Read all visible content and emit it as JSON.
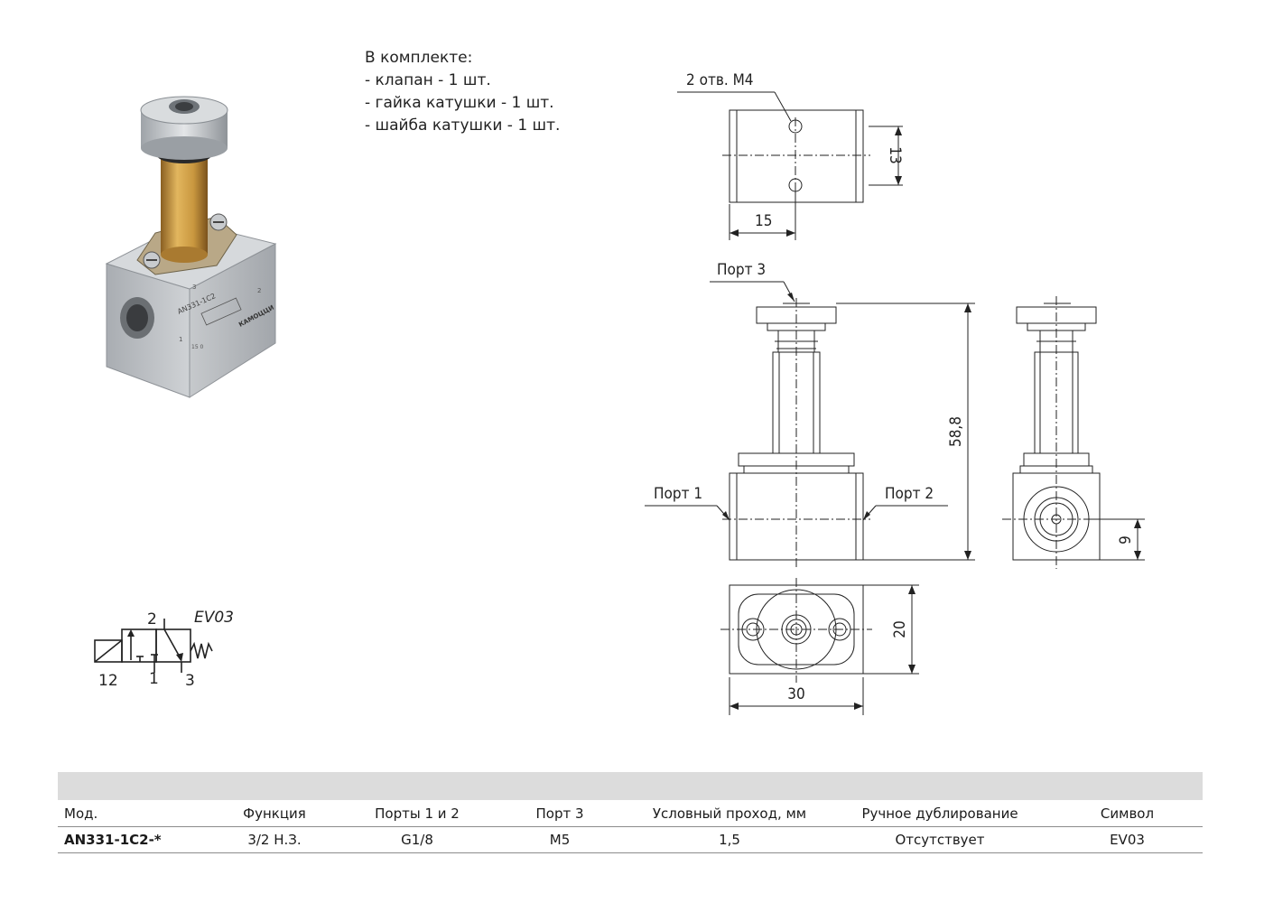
{
  "kit": {
    "heading": "В комплекте:",
    "items": [
      "- клапан - 1 шт.",
      "- гайка катушки - 1 шт.",
      "- шайба катушки - 1 шт."
    ]
  },
  "photo": {
    "model_marking": "AN331-1C2",
    "brand_marking": "КАМОЦЦИ",
    "port_1": "1",
    "port_2": "2",
    "port_3": "3",
    "small_marking": "15 0"
  },
  "drawing": {
    "holes_label": "2 отв. М4",
    "port1_label": "Порт 1",
    "port2_label": "Порт 2",
    "port3_label": "Порт 3",
    "dim_hole_spacing": "13",
    "dim_hole_offset": "15",
    "dim_height": "58,8",
    "dim_port_height": "9",
    "dim_width": "30",
    "dim_depth": "20"
  },
  "symbol": {
    "code": "EV03",
    "port_2": "2",
    "port_12": "12",
    "port_1": "1",
    "port_3": "3"
  },
  "spec_table": {
    "headers": [
      "Мод.",
      "Функция",
      "Порты 1 и 2",
      "Порт 3",
      "Условный проход, мм",
      "Ручное дублирование",
      "Символ"
    ],
    "rows": [
      [
        "AN331-1C2-*",
        "3/2 Н.З.",
        "G1/8",
        "M5",
        "1,5",
        "Отсутствует",
        "EV03"
      ]
    ]
  },
  "colors": {
    "brass": "#c9973f",
    "body": "#b8bcc0",
    "band": "#dcdcdc"
  }
}
